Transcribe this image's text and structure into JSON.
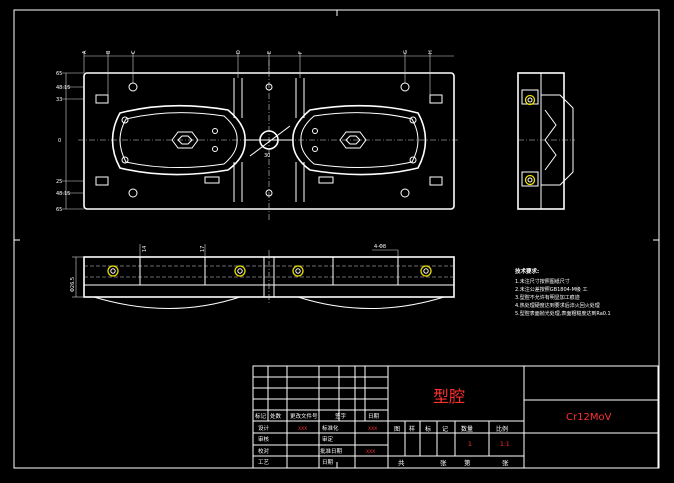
{
  "dims": {
    "top": [
      "A",
      "B",
      "C",
      "D",
      "E",
      "F",
      "G",
      "H"
    ],
    "left": [
      "65",
      "48.15",
      "33",
      "0",
      "25",
      "48.15",
      "65"
    ],
    "center": "30",
    "section_a": "14",
    "section_b": "17",
    "section_c": "4-Φ8",
    "height": "Φ26.5"
  },
  "tech": {
    "title": "技术要求:",
    "items": [
      "1.未注尺寸按照图纸尺寸",
      "2.未注公差按照GB1804-M级 工",
      "3.型腔不允许有明显加工痕迹",
      "4.热处理硬度达到要求后淬火回火处理",
      "5.型腔表面抛光处理,表面粗糙度达到Ra0.1"
    ]
  },
  "titleblock": {
    "part_name": "型腔",
    "material": "Cr12MoV",
    "header": [
      "标记",
      "处数",
      "更改文件号",
      "签字",
      "日期"
    ],
    "rows": [
      [
        "设计",
        "",
        "标准化",
        ""
      ],
      [
        "审核",
        "",
        "审定",
        ""
      ],
      [
        "校对",
        "",
        "批准日期",
        ""
      ],
      [
        "工艺",
        "",
        "日期",
        ""
      ]
    ],
    "stage_labels": [
      "图",
      "样",
      "标",
      "记",
      "数量",
      "比例"
    ],
    "quantity": "1",
    "scale": "1:1",
    "sheet_labels": [
      "共",
      "张",
      "第",
      "张"
    ],
    "red_marks": [
      "XXX",
      "XXX",
      "XXX"
    ]
  }
}
